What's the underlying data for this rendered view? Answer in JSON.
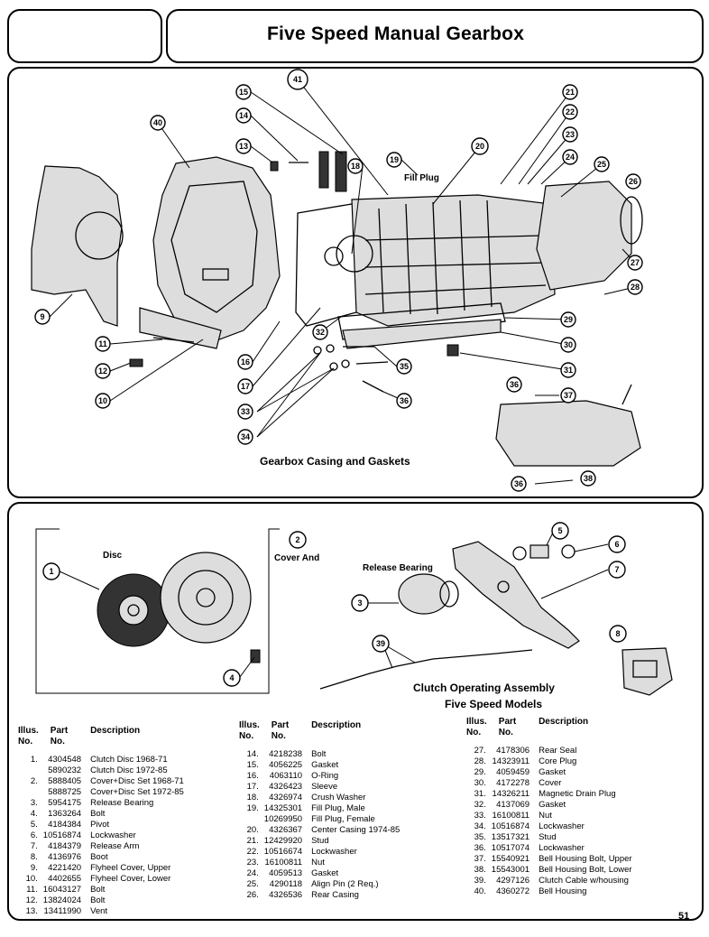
{
  "page": {
    "title": "Five Speed Manual Gearbox",
    "page_number": "51"
  },
  "top_diagram": {
    "caption": "Gearbox Casing and Gaskets",
    "fill_plug_label": "Fill Plug",
    "callouts": [
      "41",
      "15",
      "14",
      "13",
      "40",
      "18",
      "19",
      "20",
      "21",
      "22",
      "23",
      "24",
      "25",
      "26",
      "27",
      "28",
      "9",
      "29",
      "30",
      "31",
      "11",
      "12",
      "10",
      "16",
      "17",
      "32",
      "33",
      "34",
      "35",
      "36",
      "36",
      "37",
      "36",
      "38"
    ]
  },
  "bottom_diagram": {
    "disc_label": "Disc",
    "cover_label": "Cover And",
    "release_bearing_label": "Release Bearing",
    "caption_line1": "Clutch Operating Assembly",
    "caption_line2": "Five Speed Models",
    "callouts": [
      "1",
      "2",
      "3",
      "4",
      "5",
      "6",
      "7",
      "8",
      "39"
    ]
  },
  "table_headers": {
    "illus": "Illus.",
    "no": "No.",
    "part": "Part",
    "part_no": "No.",
    "description": "Description"
  },
  "parts_col1": [
    {
      "num": "1.",
      "pn": "4304548",
      "desc": "Clutch Disc 1968-71"
    },
    {
      "num": "",
      "pn": "5890232",
      "desc": "Clutch Disc 1972-85"
    },
    {
      "num": "2.",
      "pn": "5888405",
      "desc": "Cover+Disc Set 1968-71"
    },
    {
      "num": "",
      "pn": "5888725",
      "desc": "Cover+Disc Set 1972-85"
    },
    {
      "num": "3.",
      "pn": "5954175",
      "desc": "Release Bearing"
    },
    {
      "num": "4.",
      "pn": "1363264",
      "desc": "Bolt"
    },
    {
      "num": "5.",
      "pn": "4184384",
      "desc": "Pivot"
    },
    {
      "num": "6.",
      "pn": "10516874",
      "desc": "Lockwasher"
    },
    {
      "num": "7.",
      "pn": "4184379",
      "desc": "Release Arm"
    },
    {
      "num": "8.",
      "pn": "4136976",
      "desc": "Boot"
    },
    {
      "num": "9.",
      "pn": "4221420",
      "desc": "Flyheel Cover, Upper"
    },
    {
      "num": "10.",
      "pn": "4402655",
      "desc": "Flyheel Cover, Lower"
    },
    {
      "num": "11.",
      "pn": "16043127",
      "desc": "Bolt"
    },
    {
      "num": "12.",
      "pn": "13824024",
      "desc": "Bolt"
    },
    {
      "num": "13.",
      "pn": "13411990",
      "desc": "Vent"
    }
  ],
  "parts_col2": [
    {
      "num": "14.",
      "pn": "4218238",
      "desc": "Bolt"
    },
    {
      "num": "15.",
      "pn": "4056225",
      "desc": "Gasket"
    },
    {
      "num": "16.",
      "pn": "4063110",
      "desc": "O-Ring"
    },
    {
      "num": "17.",
      "pn": "4326423",
      "desc": "Sleeve"
    },
    {
      "num": "18.",
      "pn": "4326974",
      "desc": "Crush Washer"
    },
    {
      "num": "19.",
      "pn": "14325301",
      "desc": "Fill Plug, Male"
    },
    {
      "num": "",
      "pn": "10269950",
      "desc": "Fill Plug, Female"
    },
    {
      "num": "20.",
      "pn": "4326367",
      "desc": "Center Casing 1974-85"
    },
    {
      "num": "21.",
      "pn": "12429920",
      "desc": "Stud"
    },
    {
      "num": "22.",
      "pn": "10516674",
      "desc": "Lockwasher"
    },
    {
      "num": "23.",
      "pn": "16100811",
      "desc": "Nut"
    },
    {
      "num": "24.",
      "pn": "4059513",
      "desc": "Gasket"
    },
    {
      "num": "25.",
      "pn": "4290118",
      "desc": "Align Pin (2 Req.)"
    },
    {
      "num": "26.",
      "pn": "4326536",
      "desc": "Rear Casing"
    }
  ],
  "parts_col3": [
    {
      "num": "27.",
      "pn": "4178306",
      "desc": "Rear Seal"
    },
    {
      "num": "28.",
      "pn": "14323911",
      "desc": "Core Plug"
    },
    {
      "num": "29.",
      "pn": "4059459",
      "desc": "Gasket"
    },
    {
      "num": "30.",
      "pn": "4172278",
      "desc": "Cover"
    },
    {
      "num": "31.",
      "pn": "14326211",
      "desc": "Magnetic Drain Plug"
    },
    {
      "num": "32.",
      "pn": "4137069",
      "desc": "Gasket"
    },
    {
      "num": "33.",
      "pn": "16100811",
      "desc": "Nut"
    },
    {
      "num": "34.",
      "pn": "10516874",
      "desc": "Lockwasher"
    },
    {
      "num": "35.",
      "pn": "13517321",
      "desc": "Stud"
    },
    {
      "num": "36.",
      "pn": "10517074",
      "desc": "Lockwasher"
    },
    {
      "num": "37.",
      "pn": "15540921",
      "desc": "Bell Housing Bolt, Upper"
    },
    {
      "num": "38.",
      "pn": "15543001",
      "desc": "Bell Housing Bolt, Lower"
    },
    {
      "num": "39.",
      "pn": "4297126",
      "desc": "Clutch Cable w/housing"
    },
    {
      "num": "40.",
      "pn": "4360272",
      "desc": "Bell Housing"
    }
  ]
}
